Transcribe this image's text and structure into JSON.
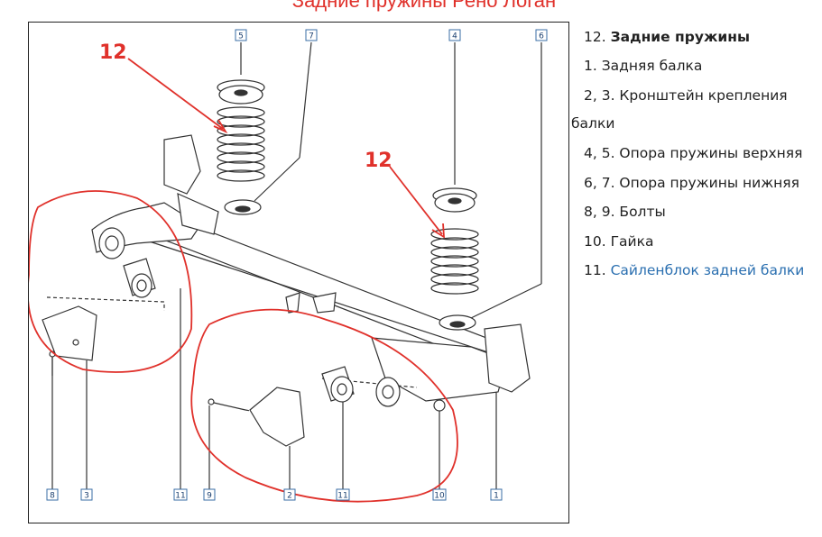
{
  "page": {
    "title": "Задние пружины Рено Логан"
  },
  "legend": {
    "item12_number": "12.",
    "item12_title": "Задние пружины",
    "item1": "1. Задняя балка",
    "item23_line1": "2, 3. Кронштейн крепления",
    "item23_line2": "балки",
    "item45": "4, 5. Опора пружины верхняя",
    "item67": "6, 7. Опора пружины нижняя",
    "item89": "8, 9. Болты",
    "item10": "10. Гайка",
    "item11_number": "11.",
    "item11_link": "Сайленблок задней балки"
  },
  "diagram": {
    "callouts": {
      "c5": "5",
      "c7": "7",
      "c4": "4",
      "c6": "6",
      "c8": "8",
      "c3": "3",
      "c11a": "11",
      "c9": "9",
      "c2": "2",
      "c11b": "11",
      "c10": "10",
      "c1": "1"
    },
    "annotations": {
      "a12_left": "12",
      "a12_right": "12"
    },
    "colors": {
      "annotation": "#e0312b",
      "line_art": "#333333",
      "callout_border": "#3a6ea5"
    }
  }
}
